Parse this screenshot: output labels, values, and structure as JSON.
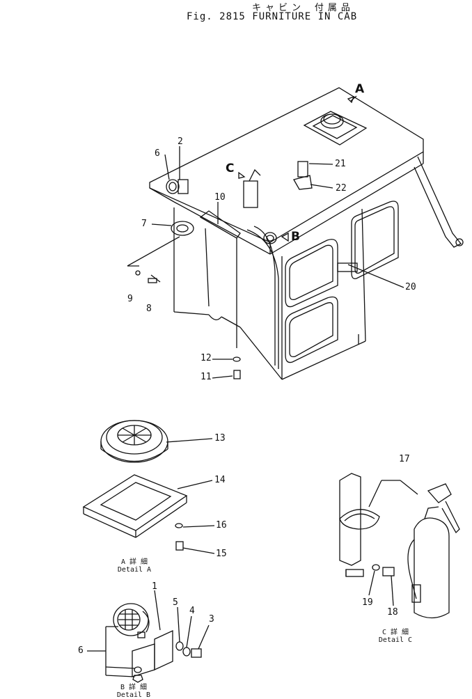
{
  "title": {
    "jp": "キャビン 付属品",
    "en": "Fig. 2815 FURNITURE IN CAB"
  },
  "views": {
    "a": "A",
    "b": "B",
    "c": "C"
  },
  "parts": [
    "1",
    "2",
    "3",
    "4",
    "5",
    "6",
    "7",
    "8",
    "9",
    "10",
    "11",
    "12",
    "13",
    "14",
    "15",
    "16",
    "17",
    "18",
    "19",
    "20",
    "21",
    "22"
  ],
  "details": {
    "a": {
      "jp": "A 詳 細",
      "en": "Detail A"
    },
    "b": {
      "jp": "B 詳 細",
      "en": "Detail B"
    },
    "c": {
      "jp": "C 詳 細",
      "en": "Detail C"
    }
  }
}
